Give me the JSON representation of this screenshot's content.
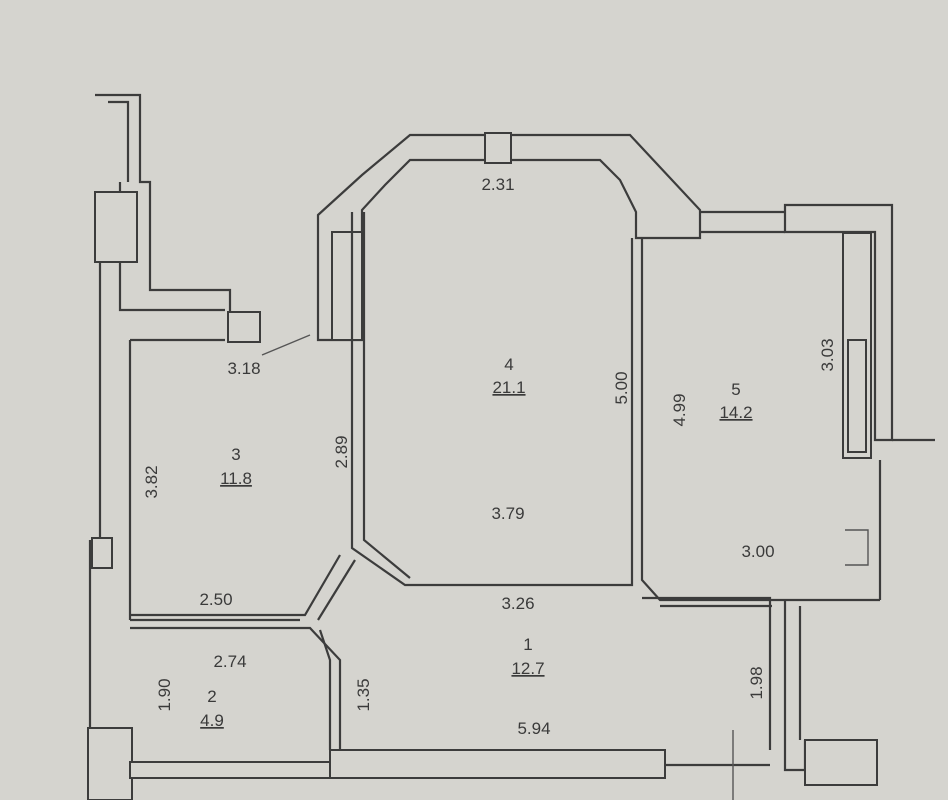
{
  "title": "Apartment floor plan",
  "rooms": [
    {
      "number": "1",
      "area": "12.7"
    },
    {
      "number": "2",
      "area": "4.9"
    },
    {
      "number": "3",
      "area": "11.8"
    },
    {
      "number": "4",
      "area": "21.1"
    },
    {
      "number": "5",
      "area": "14.2"
    }
  ],
  "dimensions": {
    "room4_top": "2.31",
    "room4_right": "5.00",
    "room4_width": "3.79",
    "room3_top": "3.18",
    "room3_left": "3.82",
    "room3_right": "2.89",
    "room3_bottom": "2.50",
    "room5_left": "4.99",
    "room5_right": "3.03",
    "room5_width": "3.00",
    "hall_top": "3.26",
    "hall_bottom": "5.94",
    "hall_left": "1.35",
    "hall_right": "1.98",
    "room2_top": "2.74",
    "room2_left": "1.90"
  },
  "colors": {
    "background": "#d5d4cf",
    "lines": "#3c3c3c"
  }
}
